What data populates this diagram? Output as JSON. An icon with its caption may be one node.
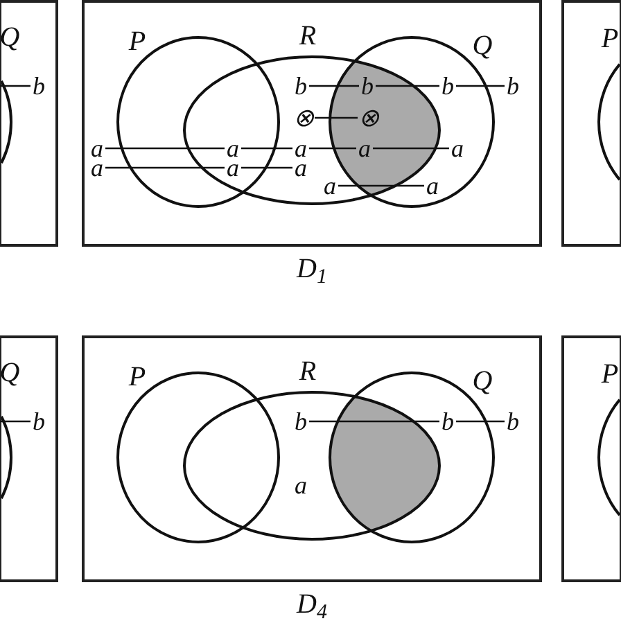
{
  "diagram": {
    "nodes": [
      {
        "text": [],
        "shape": "box"
      },
      {
        "text": [
          "b"
        ],
        "in": 0
      },
      {
        "text": [],
        "shape": "box",
        "beside": [
          "D$_{1}$"
        ]
      },
      {
        "text": [
          "b"
        ],
        "in": 2
      },
      {
        "text": [
          "b"
        ],
        "in": 2
      },
      {
        "text": [
          "b"
        ],
        "in": 2
      },
      {
        "text": [
          "b"
        ],
        "in": 2
      },
      {
        "text": [
          "⊗"
        ],
        "in": 2
      },
      {
        "text": [
          "⊗"
        ],
        "in": 2
      },
      {
        "text": [
          "a"
        ],
        "in": 2
      },
      {
        "text": [
          "a"
        ],
        "in": 2
      },
      {
        "text": [
          "a"
        ],
        "in": 2
      },
      {
        "text": [
          "a"
        ],
        "in": 2
      },
      {
        "text": [
          "a"
        ],
        "in": 2
      },
      {
        "text": [
          "a"
        ],
        "in": 2
      },
      {
        "text": [
          "a"
        ],
        "in": 2
      },
      {
        "text": [
          "a"
        ],
        "in": 2
      },
      {
        "text": [
          "a"
        ],
        "in": 2
      },
      {
        "text": [
          "a"
        ],
        "in": 2
      },
      {
        "text": [],
        "shape": "box"
      },
      {
        "text": [],
        "shape": "box"
      },
      {
        "text": [
          "b"
        ],
        "in": 20
      },
      {
        "text": [],
        "shape": "box",
        "beside": [
          "D$_{4}$"
        ]
      },
      {
        "text": [
          "b"
        ],
        "in": 22
      },
      {
        "text": [
          "b"
        ],
        "in": 22
      },
      {
        "text": [
          "b"
        ],
        "in": 22
      },
      {
        "text": [
          "a"
        ],
        "in": 22
      },
      {
        "text": [],
        "shape": "box"
      }
    ],
    "edges": [
      {
        "from": null,
        "to": 1,
        "arrow": "none"
      },
      {
        "from": 3,
        "to": 4,
        "arrow": "none"
      },
      {
        "from": 4,
        "to": 5,
        "arrow": "none"
      },
      {
        "from": 5,
        "to": 6,
        "arrow": "none"
      },
      {
        "from": 7,
        "to": 8,
        "arrow": "none"
      },
      {
        "from": 9,
        "to": 10,
        "arrow": "none"
      },
      {
        "from": 10,
        "to": 11,
        "arrow": "none"
      },
      {
        "from": 11,
        "to": 12,
        "arrow": "none"
      },
      {
        "from": 12,
        "to": 13,
        "arrow": "none"
      },
      {
        "from": 14,
        "to": 15,
        "arrow": "none"
      },
      {
        "from": 15,
        "to": 16,
        "arrow": "none"
      },
      {
        "from": 17,
        "to": 18,
        "arrow": "none"
      },
      {
        "from": null,
        "to": 21,
        "arrow": "none"
      },
      {
        "from": 23,
        "to": 24,
        "arrow": "none"
      },
      {
        "from": 24,
        "to": 25,
        "arrow": "none"
      }
    ],
    "labels": [
      "Q",
      "P",
      "R",
      "Q",
      "P",
      "Q",
      "P",
      "R",
      "Q",
      "P"
    ]
  }
}
